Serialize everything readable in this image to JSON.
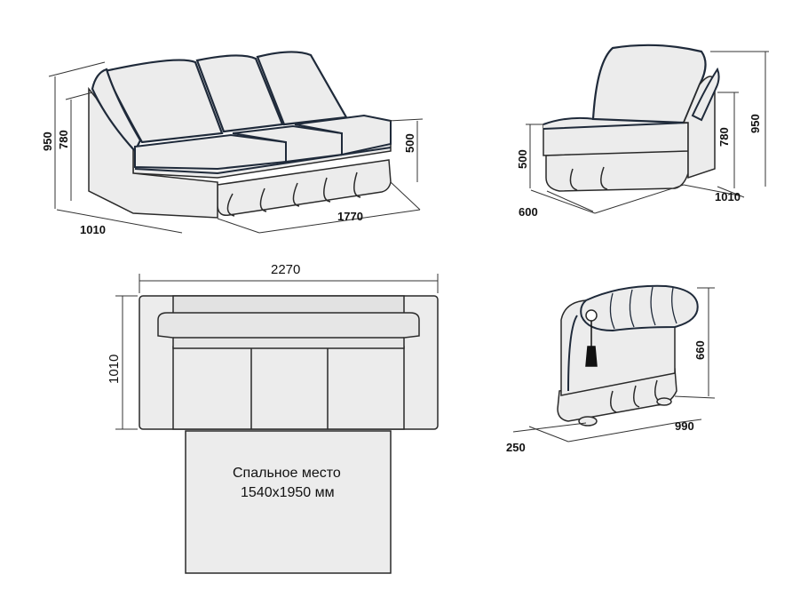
{
  "sofa": {
    "height_total": "950",
    "height_back": "780",
    "height_seat": "500",
    "depth": "1010",
    "width": "1770"
  },
  "chair": {
    "height_seat": "500",
    "height_back": "780",
    "height_total": "950",
    "width": "600",
    "depth": "1010"
  },
  "plan": {
    "width": "2270",
    "depth": "1010",
    "bed_label": "Спальное место",
    "bed_size": "1540x1950 мм"
  },
  "armrest": {
    "height": "660",
    "length": "990",
    "width": "250"
  },
  "colors": {
    "outline": "#2a2a2a",
    "piping": "#1f2a3a",
    "fill": "#ececec",
    "dim_line": "#333333"
  }
}
